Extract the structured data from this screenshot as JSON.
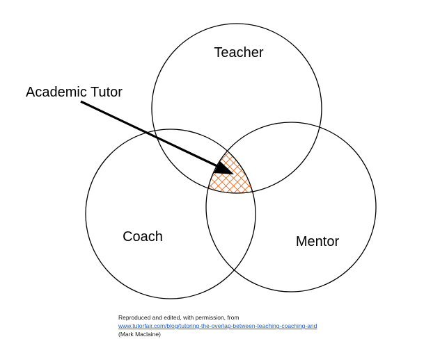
{
  "diagram": {
    "circles": [
      {
        "name": "Teacher",
        "label": "Teacher"
      },
      {
        "name": "Coach",
        "label": "Coach"
      },
      {
        "name": "Mentor",
        "label": "Mentor"
      }
    ],
    "intersection": {
      "label": "Academic Tutor",
      "hatch_color": "#e07b39"
    }
  },
  "credit": {
    "line1": "Reproduced and edited, with permission, from",
    "link": "www.tutorfair.com/blog/tutoring-the-overlap-between-teaching-coaching-and",
    "line3": "(Mark Maclaine)"
  },
  "colors": {
    "outline": "#000000",
    "link": "#1f5fbf"
  }
}
